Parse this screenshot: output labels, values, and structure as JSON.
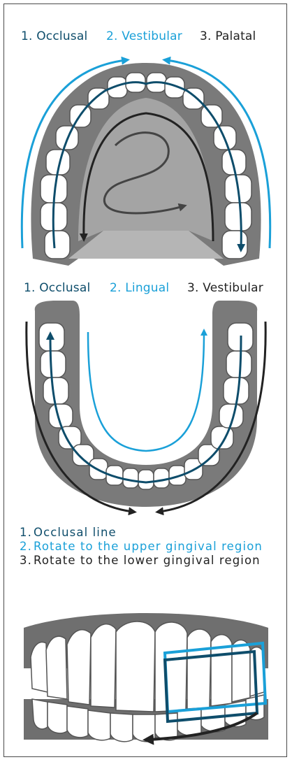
{
  "colors": {
    "step1": "#0e4d6b",
    "step2": "#1aa0d8",
    "step3": "#222222",
    "gum_dark": "#6f6f6f",
    "gum_mid": "#8a8a8a",
    "palate": "#9d9d9d",
    "tooth": "#ffffff",
    "tooth_outline": "#555555"
  },
  "upper": {
    "label1": "1. Occlusal",
    "label2": "2. Vestibular",
    "label3": "3. Palatal"
  },
  "lower": {
    "label1": "1. Occlusal",
    "label2": "2. Lingual",
    "label3": "3. Vestibular"
  },
  "steps": [
    {
      "num": "1.",
      "text": "Occlusal line"
    },
    {
      "num": "2.",
      "text": "Rotate to the upper gingival region"
    },
    {
      "num": "3.",
      "text": "Rotate to the lower gingival region"
    }
  ],
  "icons": {
    "upper_jaw": "upper-jaw-icon",
    "lower_jaw": "lower-jaw-icon",
    "front_teeth": "front-teeth-icon"
  }
}
